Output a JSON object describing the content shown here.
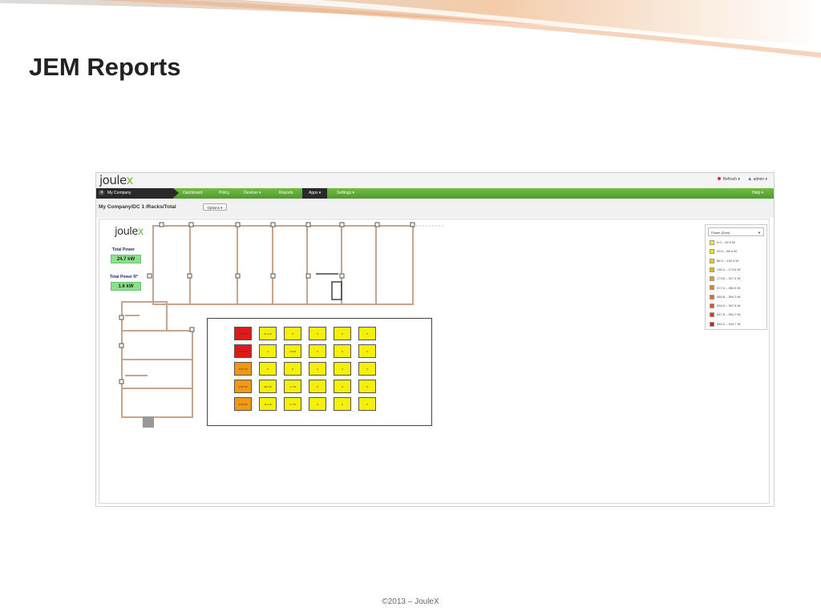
{
  "slide": {
    "title": "JEM Reports",
    "footer": "©2013 – JouleX"
  },
  "app": {
    "logo": "joule",
    "logo_x": "x",
    "header_right": {
      "refresh": "Refresh ▾",
      "admin": "admin ▾"
    },
    "company": "My Company",
    "nav": [
      "Dashboard",
      "Policy",
      "Devices ▾",
      "Reports",
      "Apps ▾",
      "Settings ▾"
    ],
    "help": "Help ▾",
    "breadcrumb": "My Company/DC 1 /Racks/Total",
    "options_label": "Options ▾"
  },
  "panel": {
    "total_power_label": "Total Power",
    "total_power_value": "24.7 kW",
    "total_power_r_label": "Total Power R*",
    "total_power_r_value": "1.6 kW"
  },
  "legend": {
    "select_label": "Power (Sum)",
    "items": [
      {
        "label": "0.0 – 43.5 W",
        "color": "#f4f00a"
      },
      {
        "label": "43.5 – 86.9 W",
        "color": "#f6e20a"
      },
      {
        "label": "86.9 – 130.4 W",
        "color": "#f5cc0c"
      },
      {
        "label": "130.4 – 173.8 W",
        "color": "#f3b20f"
      },
      {
        "label": "173.8 – 217.4 W",
        "color": "#f19912"
      },
      {
        "label": "217.4 – 260.8 W",
        "color": "#ef8014"
      },
      {
        "label": "260.8 – 304.3 W",
        "color": "#ec6616"
      },
      {
        "label": "304.3 – 347.8 W",
        "color": "#e94a18"
      },
      {
        "label": "347.8 – 391.2 W",
        "color": "#e5301a"
      },
      {
        "label": "391.2 – 434.7 W",
        "color": "#e01a1c"
      }
    ]
  },
  "racks": [
    [
      "434.7 W",
      "21.1 W",
      "0",
      "0",
      "0",
      "0"
    ],
    [
      "424.3 W",
      "0",
      "1.8 W",
      "0",
      "0",
      "0"
    ],
    [
      "176.7 W",
      "0",
      "0",
      "0",
      "0",
      "0"
    ],
    [
      "176.5 W",
      "38.1 W",
      "1.7 W",
      "0",
      "0",
      "0"
    ],
    [
      "171.8 W",
      "15.4 W",
      "1.7 W",
      "0",
      "0",
      "0"
    ]
  ],
  "rack_colors": {
    "red": "#e01a1c",
    "orange": "#f19912",
    "yellow": "#f4f00a"
  }
}
